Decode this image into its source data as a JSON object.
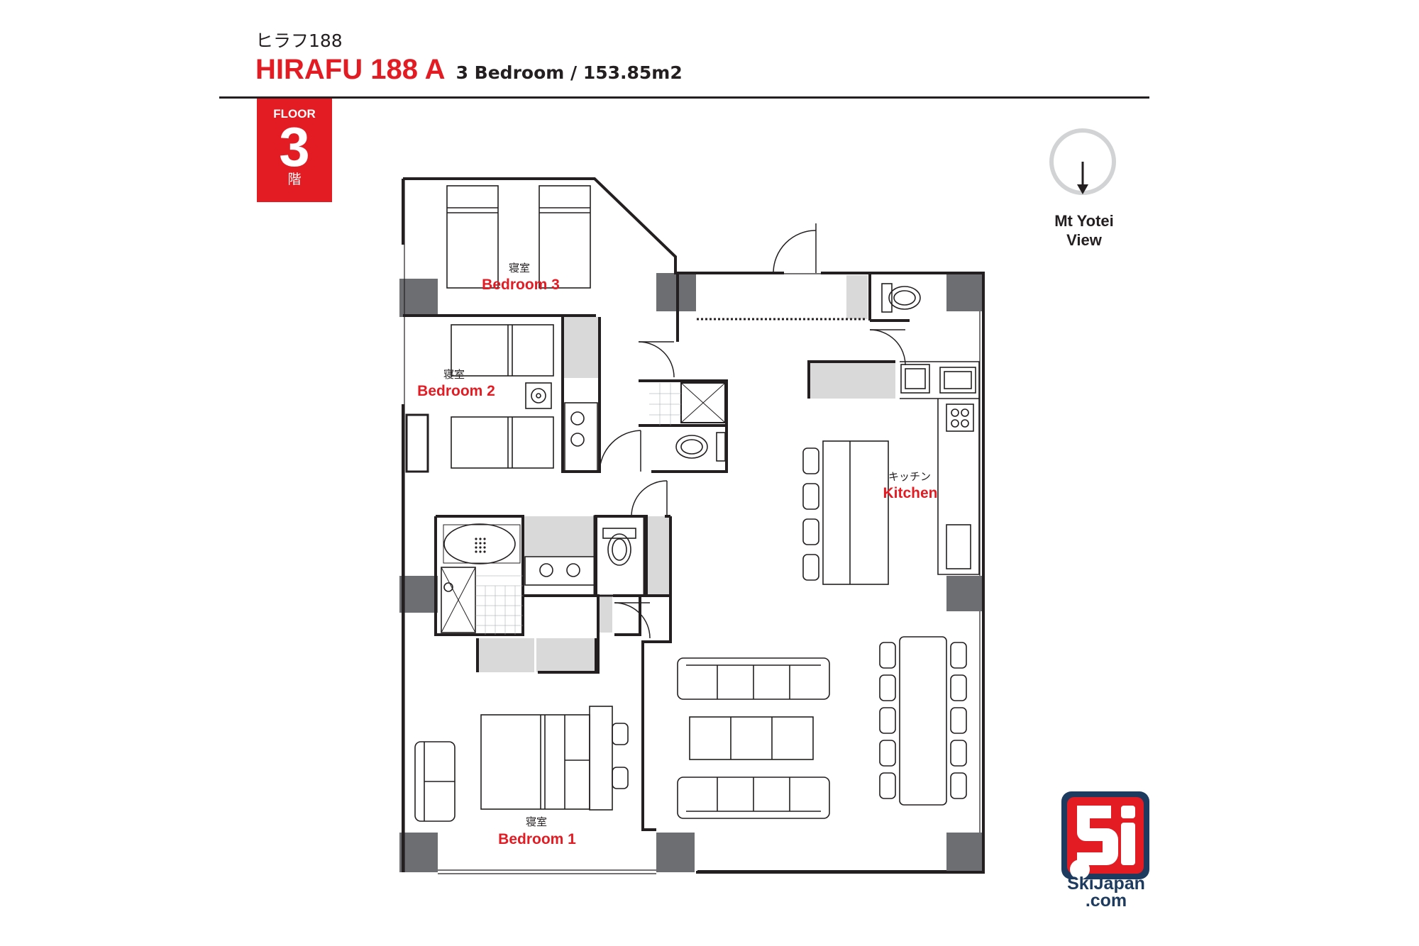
{
  "header": {
    "jp_name": "ヒラフ188",
    "title": "HIRAFU 188 A",
    "subtitle": "3 Bedroom / 153.85m2"
  },
  "floor": {
    "label": "FLOOR",
    "number": "3",
    "jp": "階"
  },
  "compass": {
    "line1": "Mt Yotei",
    "line2": "View"
  },
  "rooms": {
    "bedroom3": {
      "jp": "寝室",
      "en": "Bedroom 3"
    },
    "bedroom2": {
      "jp": "寝室",
      "en": "Bedroom 2"
    },
    "bedroom1": {
      "jp": "寝室",
      "en": "Bedroom 1"
    },
    "kitchen": {
      "jp": "キッチン",
      "en": "Kitchen"
    }
  },
  "logo": {
    "line1": "SkiJapan",
    "line2": ".com"
  },
  "colors": {
    "accent_red": "#e31b23",
    "ink": "#231f20",
    "column_gray": "#6d6e71",
    "light_gray": "#d9d9d9",
    "logo_navy": "#1d3a5f"
  }
}
